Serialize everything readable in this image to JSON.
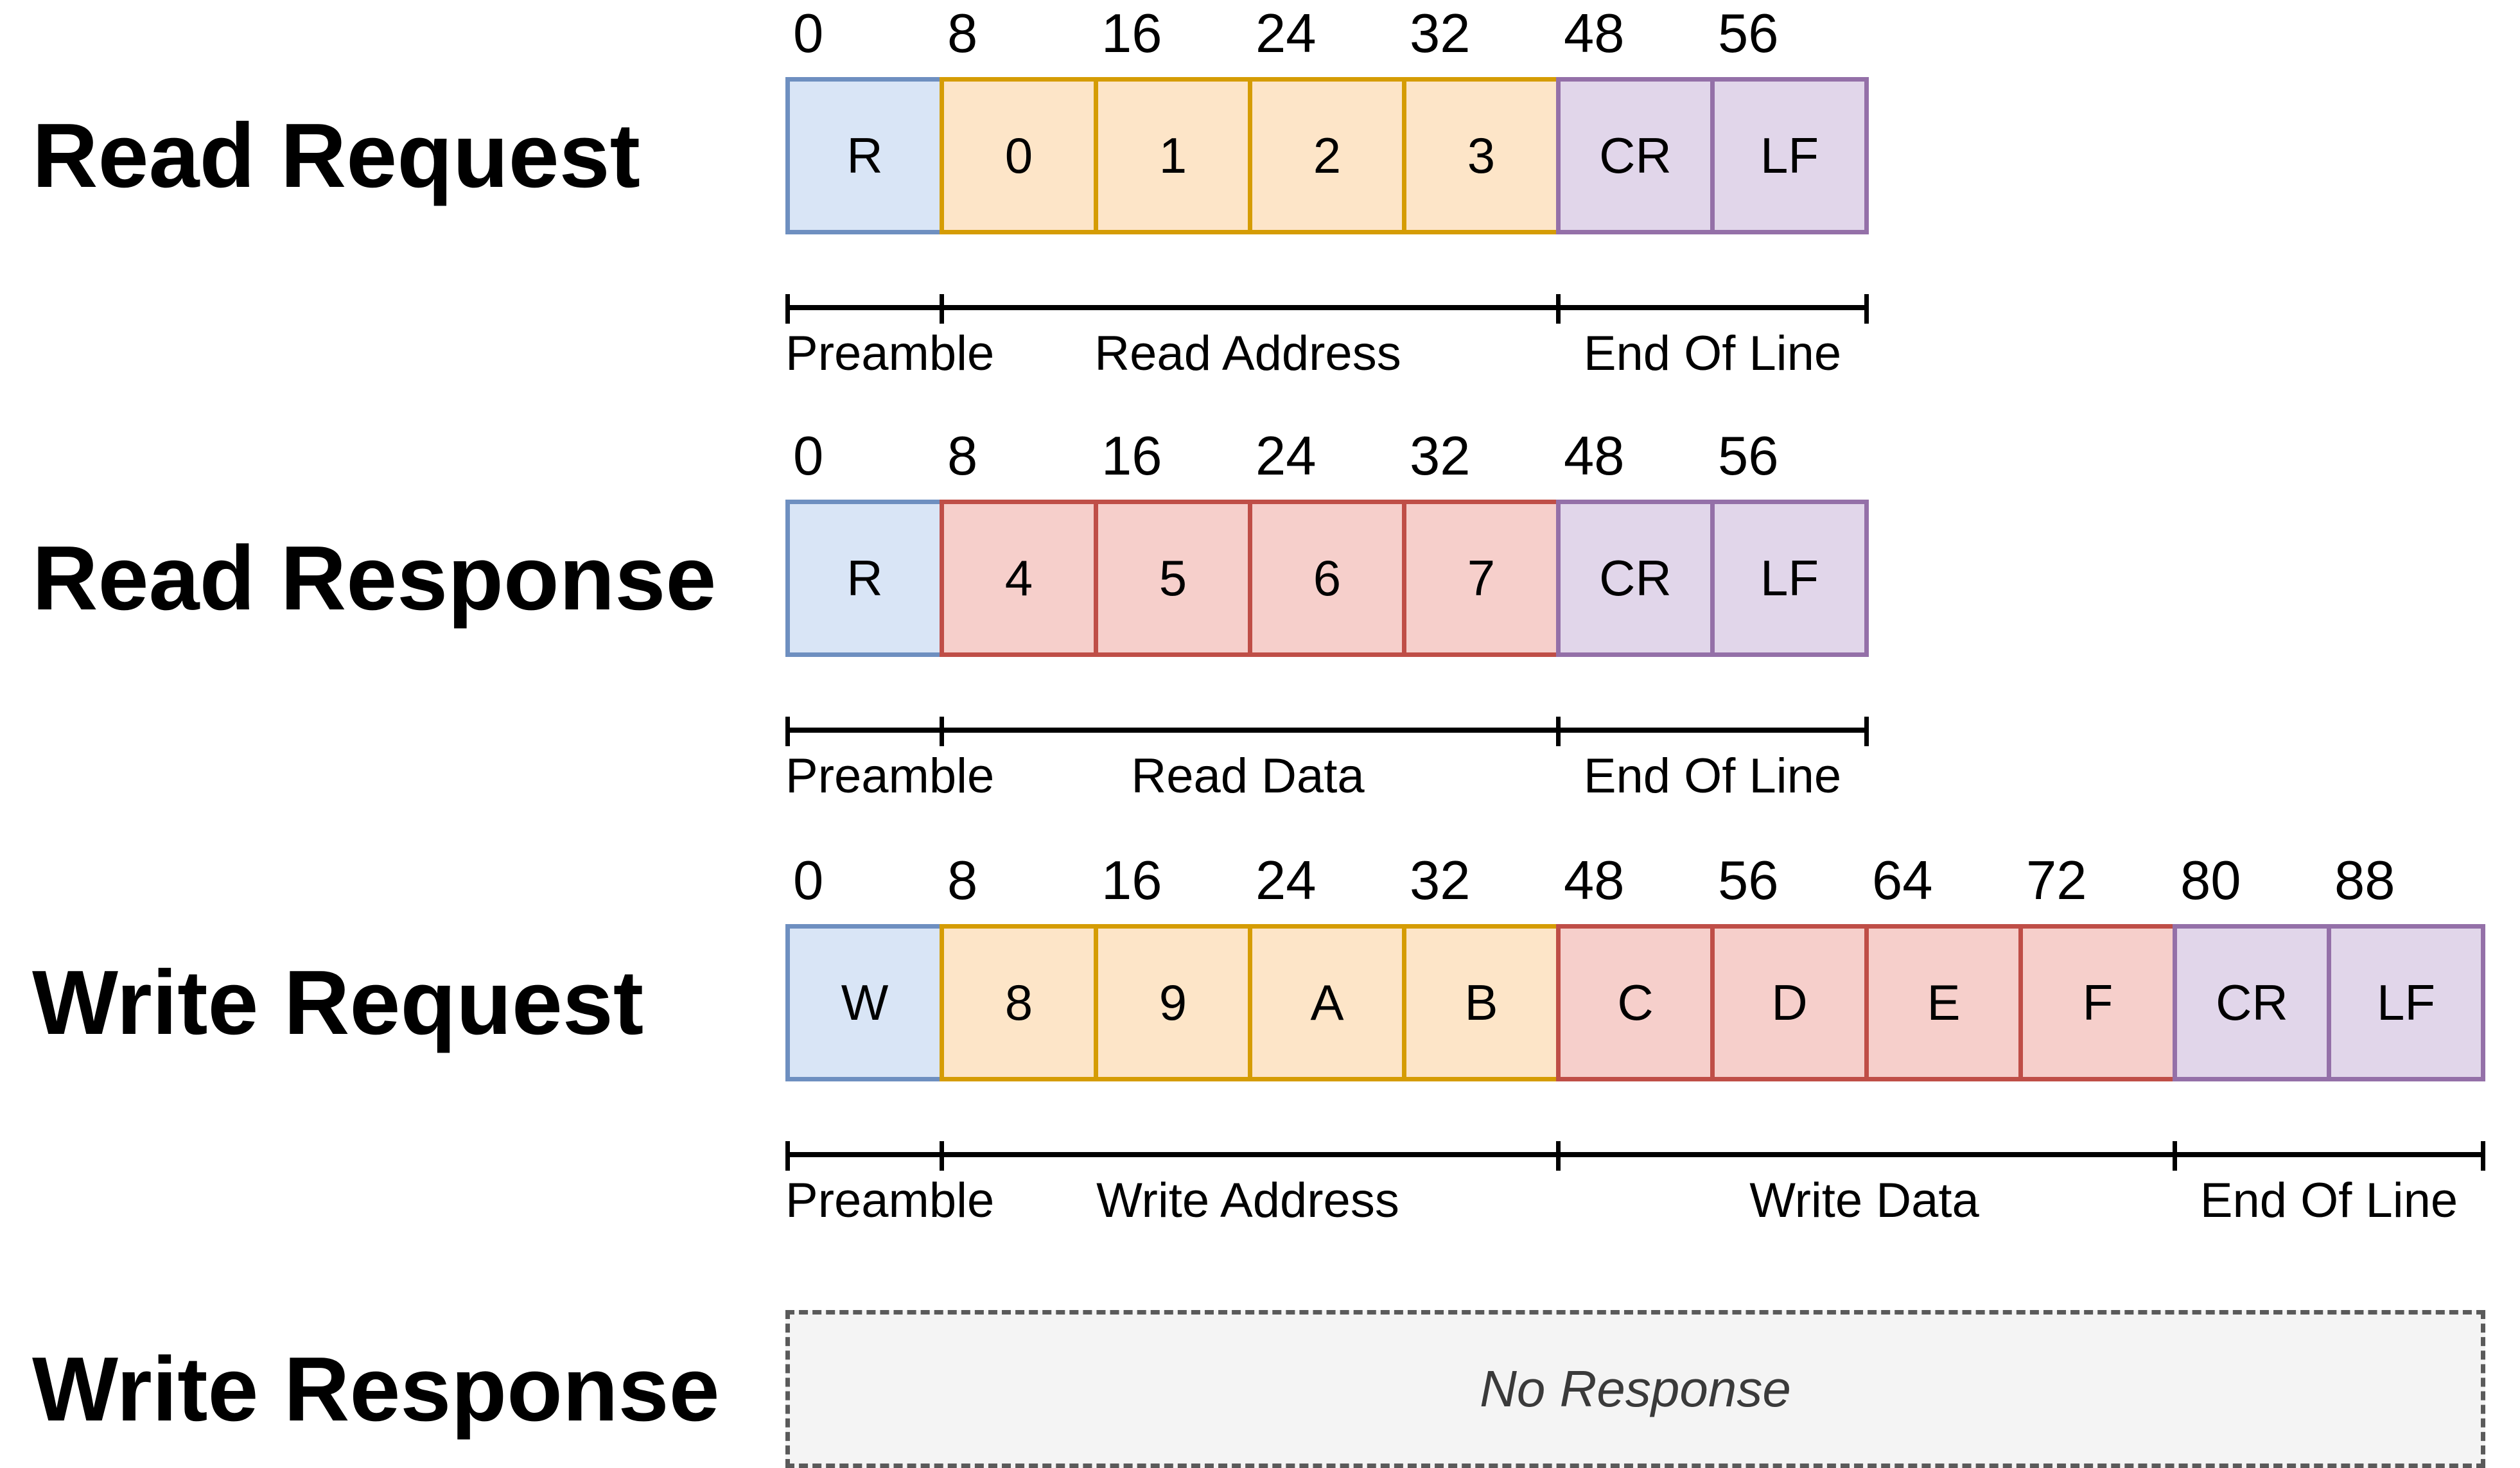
{
  "palette": {
    "preamble": {
      "fill": "#d9e5f6",
      "border": "#6e8fc0"
    },
    "address": {
      "fill": "#fde5c8",
      "border": "#d59c04"
    },
    "data": {
      "fill": "#f6cfcb",
      "border": "#bf4e47"
    },
    "eol": {
      "fill": "#e1d6ea",
      "border": "#9470a8"
    },
    "none": {
      "fill": "#f4f4f4",
      "border": "#5a5a5a"
    }
  },
  "rows": [
    {
      "id": "read-request",
      "heading": "Read Request",
      "bit_labels": [
        "0",
        "8",
        "16",
        "24",
        "32",
        "48",
        "56"
      ],
      "cells": [
        {
          "text": "R",
          "type": "preamble"
        },
        {
          "text": "0",
          "type": "address"
        },
        {
          "text": "1",
          "type": "address"
        },
        {
          "text": "2",
          "type": "address"
        },
        {
          "text": "3",
          "type": "address"
        },
        {
          "text": "CR",
          "type": "eol"
        },
        {
          "text": "LF",
          "type": "eol"
        }
      ],
      "segments": [
        {
          "label": "Preamble",
          "boxes": 1
        },
        {
          "label": "Read Address",
          "boxes": 4
        },
        {
          "label": "End Of Line",
          "boxes": 2
        }
      ]
    },
    {
      "id": "read-response",
      "heading": "Read Response",
      "bit_labels": [
        "0",
        "8",
        "16",
        "24",
        "32",
        "48",
        "56"
      ],
      "cells": [
        {
          "text": "R",
          "type": "preamble"
        },
        {
          "text": "4",
          "type": "data"
        },
        {
          "text": "5",
          "type": "data"
        },
        {
          "text": "6",
          "type": "data"
        },
        {
          "text": "7",
          "type": "data"
        },
        {
          "text": "CR",
          "type": "eol"
        },
        {
          "text": "LF",
          "type": "eol"
        }
      ],
      "segments": [
        {
          "label": "Preamble",
          "boxes": 1
        },
        {
          "label": "Read Data",
          "boxes": 4
        },
        {
          "label": "End Of Line",
          "boxes": 2
        }
      ]
    },
    {
      "id": "write-request",
      "heading": "Write Request",
      "bit_labels": [
        "0",
        "8",
        "16",
        "24",
        "32",
        "48",
        "56",
        "64",
        "72",
        "80",
        "88"
      ],
      "cells": [
        {
          "text": "W",
          "type": "preamble"
        },
        {
          "text": "8",
          "type": "address"
        },
        {
          "text": "9",
          "type": "address"
        },
        {
          "text": "A",
          "type": "address"
        },
        {
          "text": "B",
          "type": "address"
        },
        {
          "text": "C",
          "type": "data"
        },
        {
          "text": "D",
          "type": "data"
        },
        {
          "text": "E",
          "type": "data"
        },
        {
          "text": "F",
          "type": "data"
        },
        {
          "text": "CR",
          "type": "eol"
        },
        {
          "text": "LF",
          "type": "eol"
        }
      ],
      "segments": [
        {
          "label": "Preamble",
          "boxes": 1
        },
        {
          "label": "Write Address",
          "boxes": 4
        },
        {
          "label": "Write Data",
          "boxes": 4
        },
        {
          "label": "End Of Line",
          "boxes": 2
        }
      ]
    },
    {
      "id": "write-response",
      "heading": "Write Response",
      "placeholder": "No Response"
    }
  ]
}
